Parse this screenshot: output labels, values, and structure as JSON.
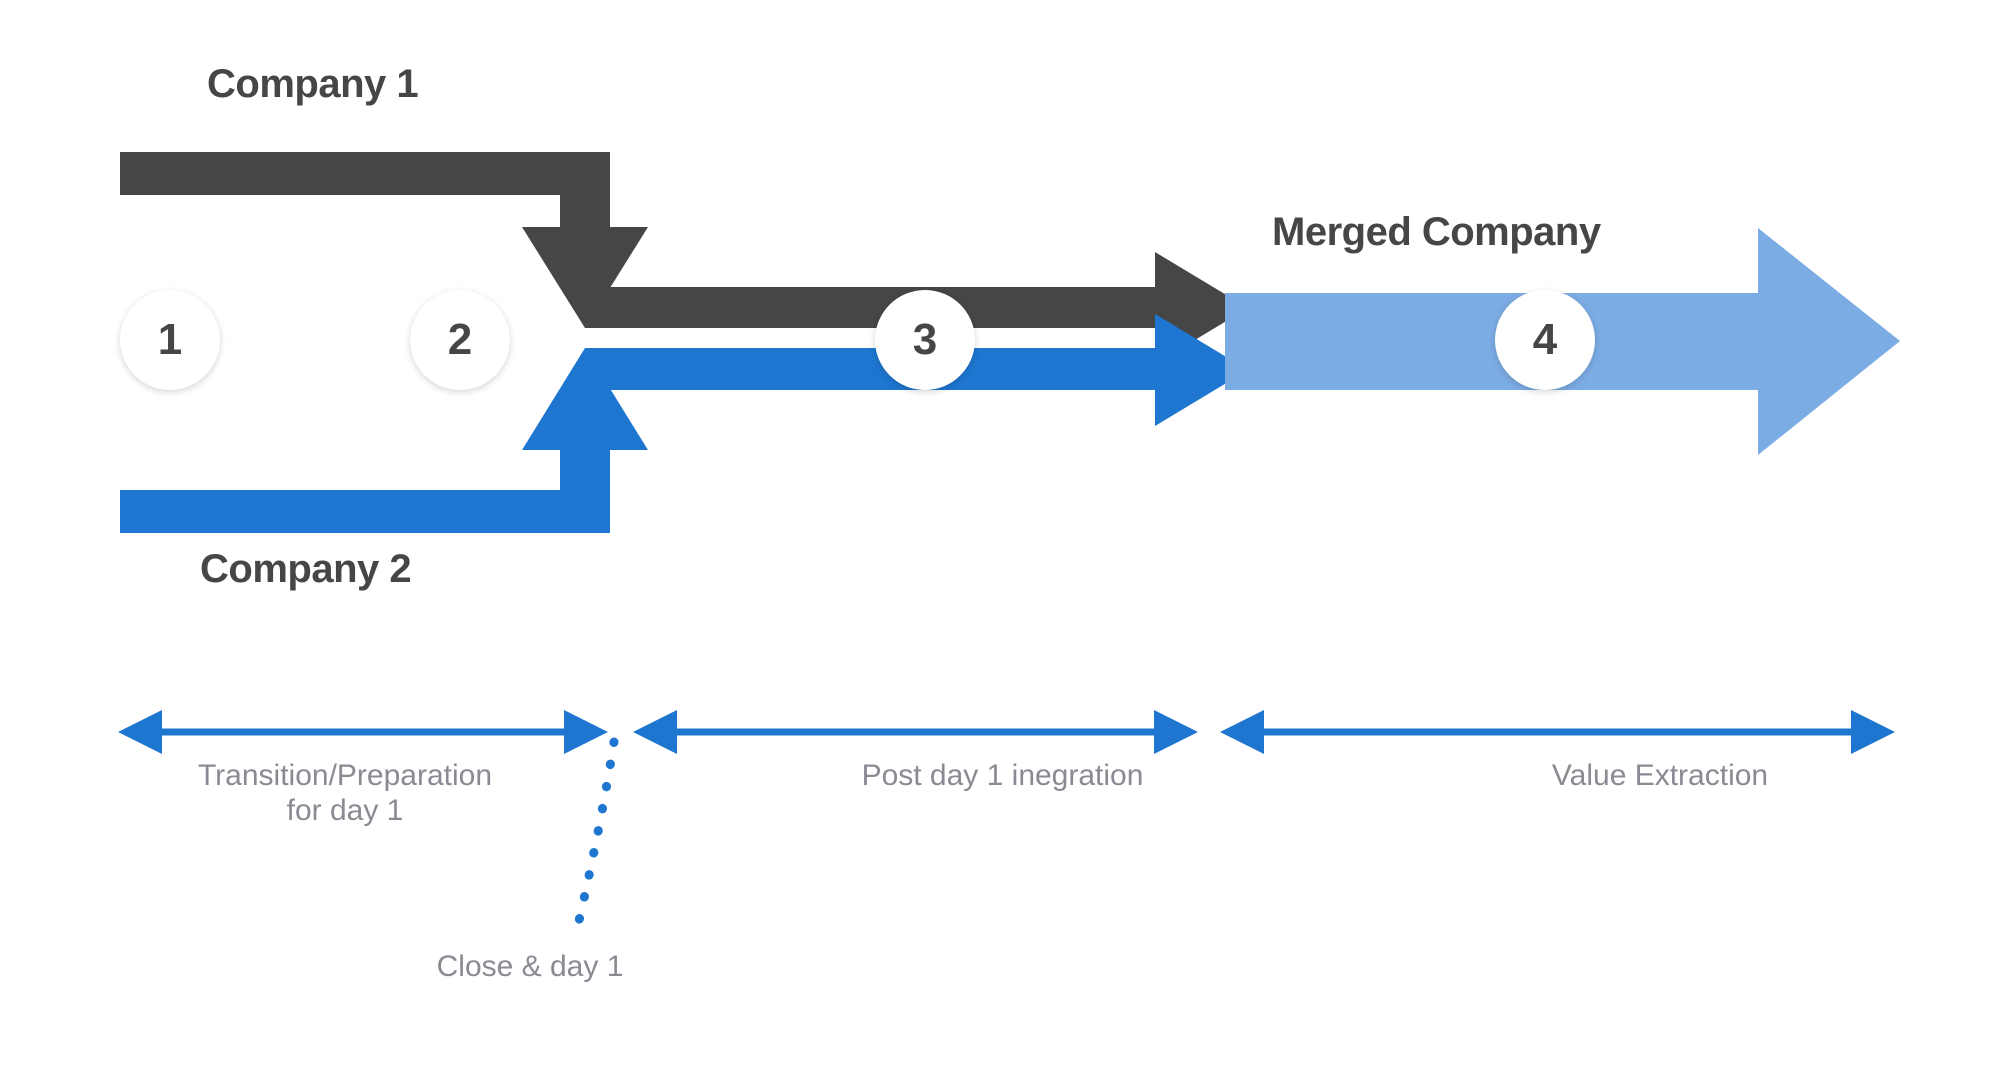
{
  "diagram": {
    "title_labels": {
      "company_1": "Company 1",
      "company_2": "Company 2",
      "merged_company": "Merged Company"
    },
    "steps": [
      {
        "number": "1"
      },
      {
        "number": "2"
      },
      {
        "number": "3"
      },
      {
        "number": "4"
      }
    ],
    "phases": [
      {
        "label": "Transition/Preparation\nfor day 1"
      },
      {
        "label": "Post day 1 inegration"
      },
      {
        "label": "Value Extraction"
      }
    ],
    "milestone": {
      "label": "Close & day 1"
    },
    "colors": {
      "company_1_dark": "#464646",
      "company_2_blue": "#1E76D0",
      "merged_light_blue": "#7CACE4",
      "timeline_blue": "#1E76D0",
      "text_gray": "#8a8a93",
      "heading_gray": "#464646",
      "background": "#ffffff"
    }
  }
}
